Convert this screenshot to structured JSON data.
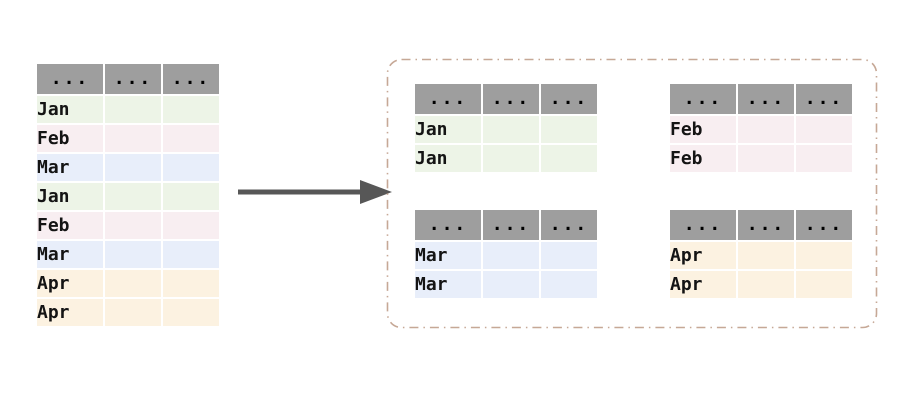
{
  "labels": {
    "ellipsis": "..."
  },
  "colors": {
    "header_bg": "#9e9e9e",
    "jan_bg": "#edf4e7",
    "feb_bg": "#f8eef1",
    "mar_bg": "#e8eefa",
    "apr_bg": "#fcf2e1",
    "arrow": "#575757",
    "panel_border": "#c6a896",
    "text": "#141414"
  },
  "source_table": {
    "columns": [
      "...",
      "...",
      "..."
    ],
    "rows": [
      {
        "month": "Jan",
        "group": "jan"
      },
      {
        "month": "Feb",
        "group": "feb"
      },
      {
        "month": "Mar",
        "group": "mar"
      },
      {
        "month": "Jan",
        "group": "jan"
      },
      {
        "month": "Feb",
        "group": "feb"
      },
      {
        "month": "Mar",
        "group": "mar"
      },
      {
        "month": "Apr",
        "group": "apr"
      },
      {
        "month": "Apr",
        "group": "apr"
      }
    ]
  },
  "groups": [
    {
      "name": "jan",
      "columns": [
        "...",
        "...",
        "..."
      ],
      "rows": [
        "Jan",
        "Jan"
      ]
    },
    {
      "name": "feb",
      "columns": [
        "...",
        "...",
        "..."
      ],
      "rows": [
        "Feb",
        "Feb"
      ]
    },
    {
      "name": "mar",
      "columns": [
        "...",
        "...",
        "..."
      ],
      "rows": [
        "Mar",
        "Mar"
      ]
    },
    {
      "name": "apr",
      "columns": [
        "...",
        "...",
        "..."
      ],
      "rows": [
        "Apr",
        "Apr"
      ]
    }
  ]
}
